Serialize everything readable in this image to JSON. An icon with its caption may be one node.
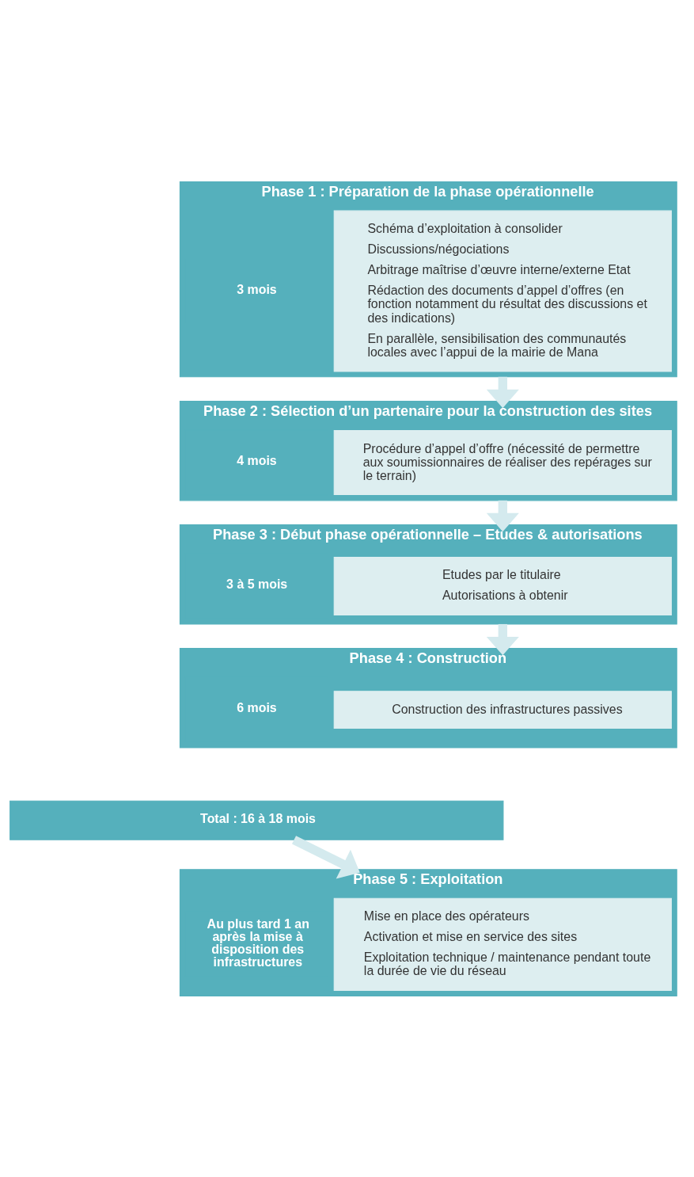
{
  "diagram": {
    "nodes": [
      {
        "text": [
          "Phase 1 : Préparation de la phase opérationnelle"
        ]
      },
      {
        "text": [
          "3 mois"
        ],
        "in": 0
      },
      {
        "text": [
          "Schéma d’exploitation à consolider",
          "Discussions/négociations",
          "Arbitrage maîtrise d’œuvre interne/externe Etat",
          "Rédaction des documents d’appel d’offres (en fonction notamment du résultat des discussions et des indications)",
          "En parallèle, sensibilisation des communautés locales avec l’appui de la mairie de Mana"
        ],
        "in": 0
      },
      {
        "text": [
          "Phase 2 : Sélection d’un partenaire pour la construction des sites"
        ]
      },
      {
        "text": [
          "4 mois"
        ],
        "in": 3
      },
      {
        "text": [
          "Procédure d’appel d’offre (nécessité de permettre aux soumissionnaires de réaliser des repérages sur le terrain)"
        ],
        "in": 3
      },
      {
        "text": [
          "Phase 3 : Début phase opérationnelle – Etudes & autorisations"
        ]
      },
      {
        "text": [
          "3 à 5 mois"
        ],
        "in": 6
      },
      {
        "text": [
          "Etudes par le titulaire",
          "Autorisations à obtenir"
        ],
        "in": 6
      },
      {
        "text": [
          "Phase 4 : Construction"
        ]
      },
      {
        "text": [
          "6 mois"
        ],
        "in": 9
      },
      {
        "text": [
          "Construction des infrastructures passives"
        ],
        "in": 9
      },
      {
        "text": [
          "Total : 16 à 18 mois"
        ]
      },
      {
        "text": [
          "Phase 5 : Exploitation"
        ]
      },
      {
        "text": [
          "Au plus tard 1 an après la mise à disposition des infrastructures"
        ],
        "in": 13
      },
      {
        "text": [
          "Mise en place des opérateurs",
          "Activation et mise en service des sites",
          "Exploitation technique / maintenance pendant toute la durée de vie du réseau"
        ],
        "in": 13
      }
    ],
    "edges": [
      {
        "from": 0,
        "to": 3,
        "arrow": "to"
      },
      {
        "from": 3,
        "to": 6,
        "arrow": "to"
      },
      {
        "from": 6,
        "to": 9,
        "arrow": "to"
      },
      {
        "from": 12,
        "to": 13,
        "arrow": "to"
      }
    ]
  }
}
